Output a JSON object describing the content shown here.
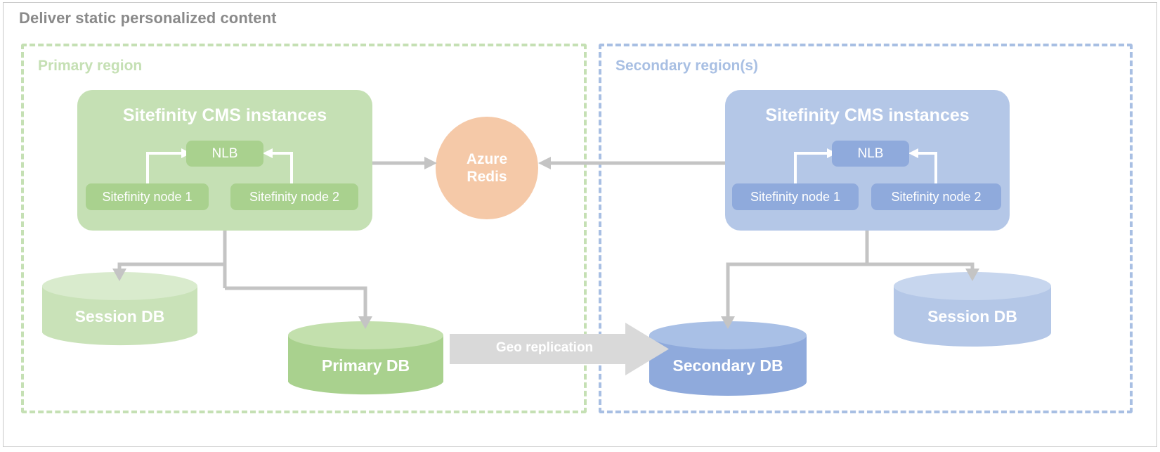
{
  "diagram": {
    "title": "Deliver static personalized content",
    "title_color": "#8a8a8a",
    "colors": {
      "primary_region_border": "#c5e0b4",
      "secondary_region_border": "#a8bfe3",
      "green_panel": "#c5e0b4",
      "green_inner": "#a9d18e",
      "green_db_light": "#c9e2b8",
      "green_db": "#a9d18e",
      "blue_panel": "#b4c7e7",
      "blue_inner": "#8faadc",
      "blue_db_light": "#b4c7e7",
      "blue_db": "#8faadc",
      "redis": "#f5c9a8",
      "connector_gray": "#c4c4c4",
      "geo_arrow_gray": "#d9d9d9"
    },
    "regions": [
      {
        "key": "primary",
        "label": "Primary region",
        "cms": {
          "title": "Sitefinity CMS instances",
          "nlb_label": "NLB",
          "node_left_label": "Sitefinity node 1",
          "node_right_label": "Sitefinity node 2"
        },
        "databases": [
          {
            "key": "session-db-primary",
            "label": "Session DB"
          },
          {
            "key": "primary-db",
            "label": "Primary DB"
          }
        ]
      },
      {
        "key": "secondary",
        "label": "Secondary region(s)",
        "cms": {
          "title": "Sitefinity CMS instances",
          "nlb_label": "NLB",
          "node_left_label": "Sitefinity node 1",
          "node_right_label": "Sitefinity node 2"
        },
        "databases": [
          {
            "key": "secondary-db",
            "label": "Secondary DB"
          },
          {
            "key": "session-db-secondary",
            "label": "Session DB"
          }
        ]
      }
    ],
    "shared_service": {
      "label_line1": "Azure",
      "label_line2": "Redis"
    },
    "geo_replication": {
      "label": "Geo replication",
      "direction": "left-to-right"
    }
  }
}
